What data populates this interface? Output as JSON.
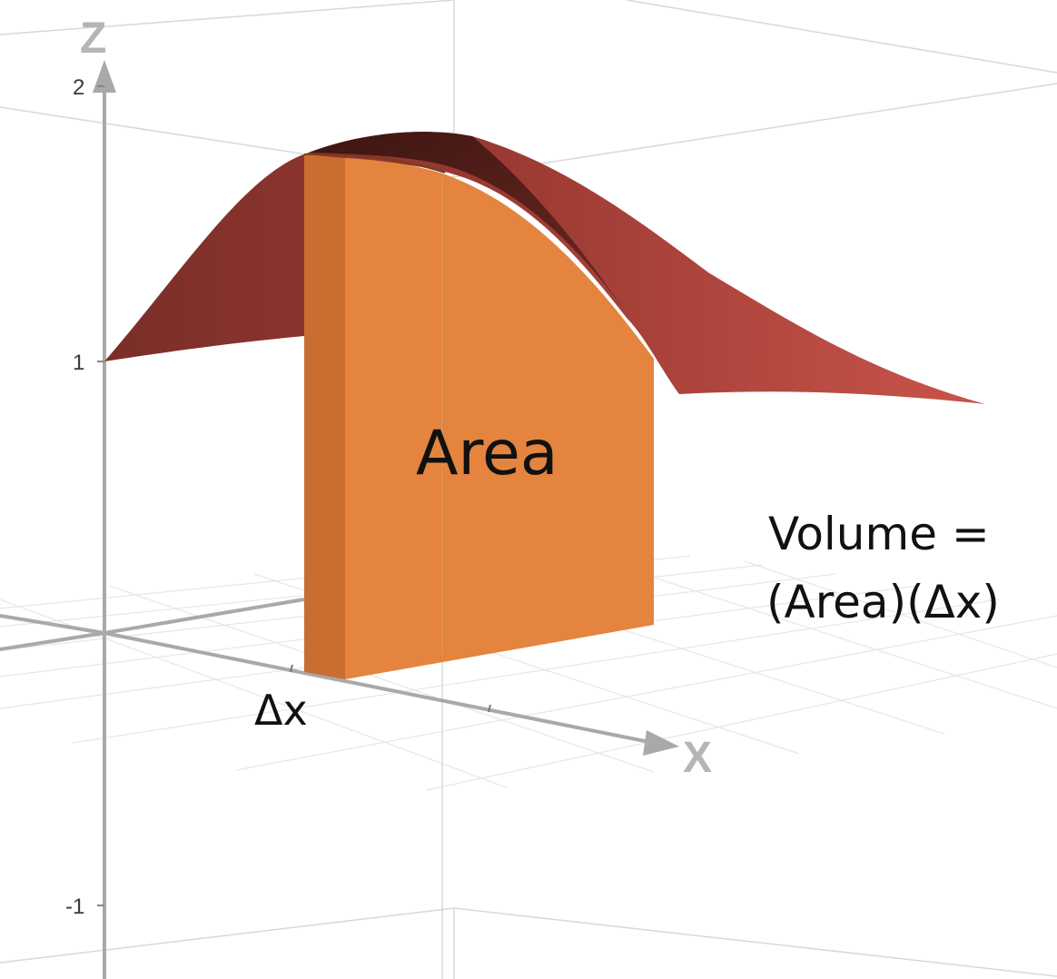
{
  "axes": {
    "z_letter": "Z",
    "x_letter": "X",
    "z_ticks": [
      "2",
      "1",
      "-1"
    ]
  },
  "labels": {
    "area": "Area",
    "delta_x": "Δx",
    "volume_line1": "Volume =",
    "volume_line2": "(Area)(Δx)"
  },
  "colors": {
    "surface_light": "#c4524a",
    "surface_dark": "#6e2a24",
    "slab_front": "#e4843f",
    "slab_side": "#c96e30",
    "axis": "#a8a8a8",
    "grid": "#e3e3e3"
  }
}
